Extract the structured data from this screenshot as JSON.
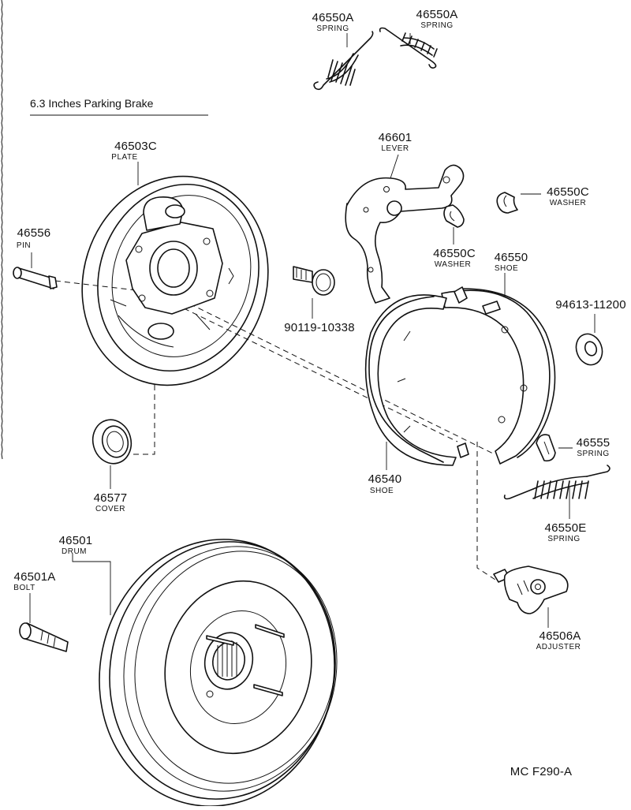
{
  "heading": "6.3 Inches Parking Brake",
  "figure_code": "MC F290-A",
  "parts": [
    {
      "id": "spring_a1",
      "number": "46550A",
      "name": "SPRING"
    },
    {
      "id": "spring_a2",
      "number": "46550A",
      "name": "SPRING"
    },
    {
      "id": "lever",
      "number": "46601",
      "name": "LEVER"
    },
    {
      "id": "washer_c1",
      "number": "46550C",
      "name": "WASHER"
    },
    {
      "id": "plate",
      "number": "46503C",
      "name": "PLATE"
    },
    {
      "id": "pin",
      "number": "46556",
      "name": "PIN"
    },
    {
      "id": "washer_c2",
      "number": "46550C",
      "name": "WASHER"
    },
    {
      "id": "shoe_46550",
      "number": "46550",
      "name": "SHOE"
    },
    {
      "id": "bolt_90119",
      "number": "90119-10338",
      "name": ""
    },
    {
      "id": "washer_94613",
      "number": "94613-11200",
      "name": ""
    },
    {
      "id": "spring_46555",
      "number": "46555",
      "name": "SPRING"
    },
    {
      "id": "cover",
      "number": "46577",
      "name": "COVER"
    },
    {
      "id": "shoe_46540",
      "number": "46540",
      "name": "SHOE"
    },
    {
      "id": "spring_e",
      "number": "46550E",
      "name": "SPRING"
    },
    {
      "id": "drum",
      "number": "46501",
      "name": "DRUM"
    },
    {
      "id": "bolt_a",
      "number": "46501A",
      "name": "BOLT"
    },
    {
      "id": "adjuster",
      "number": "46506A",
      "name": "ADJUSTER"
    }
  ]
}
